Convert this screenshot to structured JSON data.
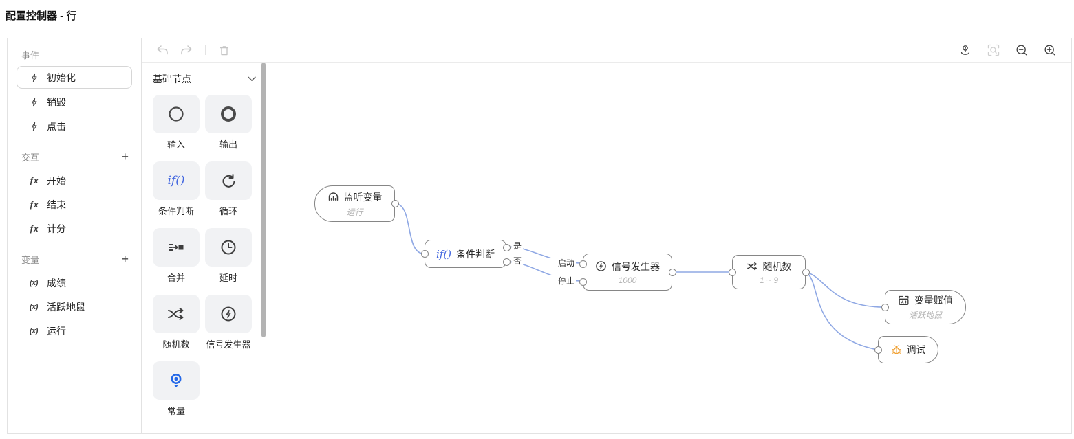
{
  "page": {
    "title": "配置控制器 - 行"
  },
  "icons": {
    "fx": "ƒx",
    "variable": "(x)",
    "if_text": "if()"
  },
  "sidebar": {
    "sections": [
      {
        "label": "事件",
        "items": [
          {
            "label": "初始化",
            "selected": true
          },
          {
            "label": "销毁"
          },
          {
            "label": "点击"
          }
        ]
      },
      {
        "label": "交互",
        "add": "+",
        "items": [
          {
            "label": "开始"
          },
          {
            "label": "结束"
          },
          {
            "label": "计分"
          }
        ]
      },
      {
        "label": "变量",
        "add": "+",
        "items": [
          {
            "label": "成绩"
          },
          {
            "label": "活跃地鼠"
          },
          {
            "label": "运行"
          }
        ]
      }
    ]
  },
  "palette": {
    "header": "基础节点",
    "items": [
      {
        "icon": "input-circle-icon",
        "label": "输入"
      },
      {
        "icon": "output-circle-icon",
        "label": "输出"
      },
      {
        "icon": "if-icon",
        "label": "条件判断"
      },
      {
        "icon": "loop-icon",
        "label": "循环"
      },
      {
        "icon": "merge-icon",
        "label": "合并"
      },
      {
        "icon": "delay-clock-icon",
        "label": "延时"
      },
      {
        "icon": "shuffle-icon",
        "label": "随机数"
      },
      {
        "icon": "signal-icon",
        "label": "信号发生器"
      },
      {
        "icon": "constant-pin-icon",
        "label": "常量"
      }
    ]
  },
  "canvas": {
    "nodes": {
      "listen": {
        "title": "监听变量",
        "subtitle": "运行"
      },
      "condition": {
        "prefix": "if()",
        "title": "条件判断",
        "out_yes": "是",
        "out_no": "否"
      },
      "signal": {
        "title": "信号发生器",
        "subtitle": "1000",
        "in_start": "启动",
        "in_stop": "停止"
      },
      "random": {
        "title": "随机数",
        "subtitle": "1 ~ 9"
      },
      "assign": {
        "title": "变量赋值",
        "subtitle": "活跃地鼠"
      },
      "debug": {
        "title": "调试"
      }
    }
  },
  "colors": {
    "accent_blue": "#4468e0",
    "wire": "#8fa8e4",
    "bug_orange": "#f0a032",
    "pin_blue": "#2468e8"
  }
}
